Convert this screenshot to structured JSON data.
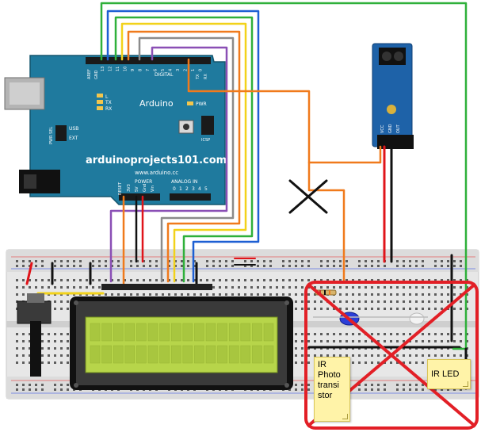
{
  "arduino": {
    "brand": "Arduino",
    "website": "www.arduino.cc",
    "watermark": "arduinoprojects101.com",
    "digital_label": "DIGITAL",
    "aref_label": "AREF",
    "gnd_label": "GND",
    "digital_pins": [
      "13",
      "12",
      "11",
      "10",
      "9",
      "8",
      "7",
      "6",
      "5",
      "4",
      "3",
      "2",
      "1",
      "0"
    ],
    "tx_pin_label": "TX",
    "rx_pin_label": "RX",
    "led_l": "L",
    "led_tx": "TX",
    "led_rx": "RX",
    "pwr_led": "PWR",
    "icsp": "ICSP",
    "usb": "USB",
    "ext": "EXT",
    "pwr_sel": "PWR SEL",
    "power_label": "POWER",
    "power_pins": [
      "3V3",
      "5V",
      "Gnd",
      "Vin"
    ],
    "reset_label": "RESET",
    "analog_label": "ANALOG IN",
    "analog_pins": [
      "0",
      "1",
      "2",
      "3",
      "4",
      "5"
    ]
  },
  "sensor": {
    "pins": [
      "VCC",
      "GND",
      "OUT"
    ]
  },
  "notes": {
    "photo_transistor": "IR Photo transi stor",
    "ir_led": "IR LED"
  },
  "colors": {
    "board": "#1f7a9e",
    "board_dark": "#175d79",
    "lcd_frame": "#111111",
    "lcd_screen": "#b7d54a",
    "sensor_board": "#1e62a8",
    "cross": "#e21f26",
    "wire_orange": "#f07a1c",
    "wire_green": "#2fb03a",
    "wire_blue": "#1d5fd3",
    "wire_yellow": "#f2d21a",
    "wire_purple": "#8a4fb5",
    "wire_gray": "#8b8b8b",
    "wire_red": "#e0141a",
    "wire_black": "#111111"
  }
}
